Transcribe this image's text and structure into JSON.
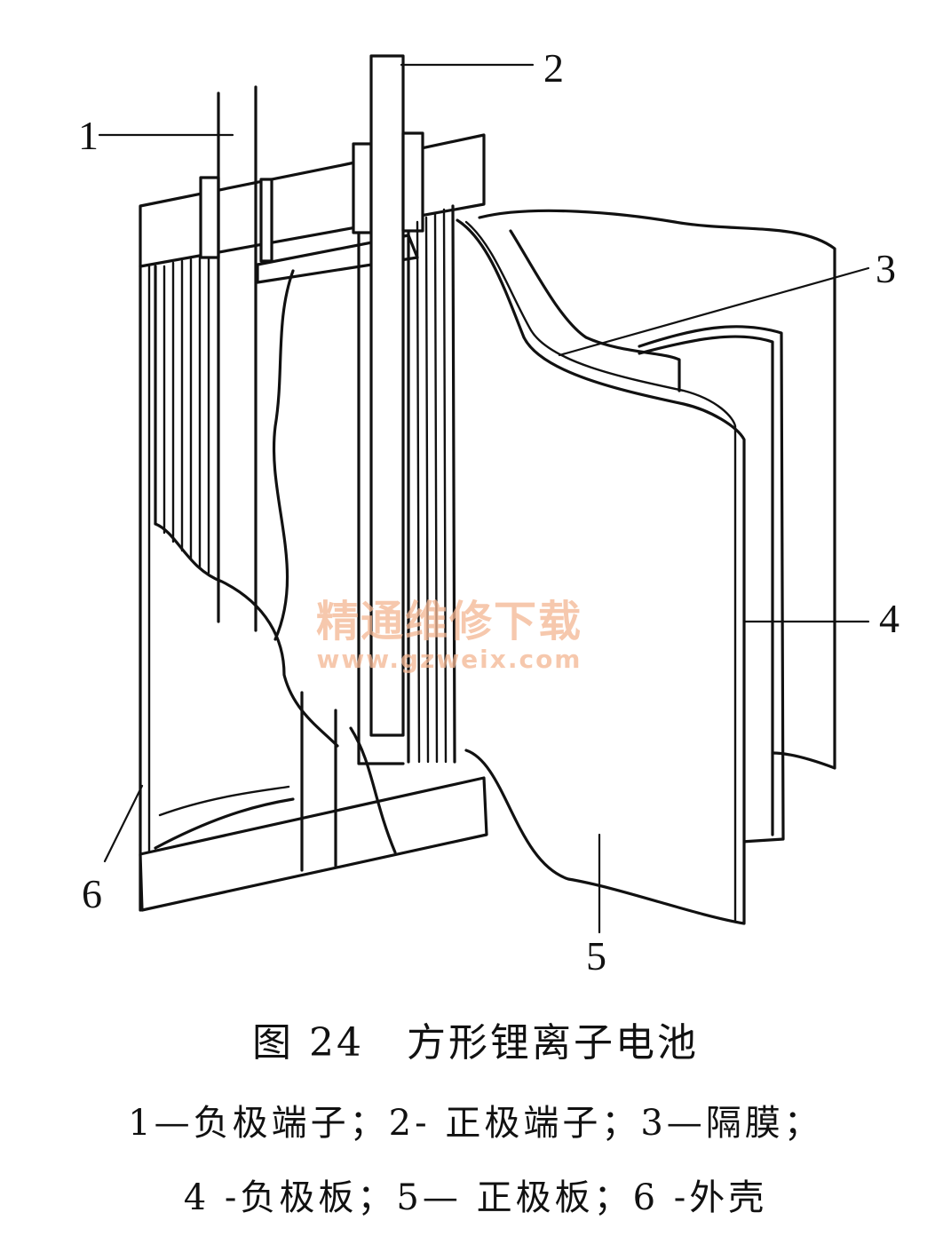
{
  "figure": {
    "title_number": "图 24",
    "title_text": "方形锂离子电池"
  },
  "labels": [
    "1",
    "2",
    "3",
    "4",
    "5",
    "6"
  ],
  "legend_lines": [
    "1—负极端子；2- 正极端子；3—隔膜；",
    "4 -负极板；5— 正极板；6 -外壳"
  ],
  "watermark": {
    "text": "精通维修下载",
    "url": "www.gzweix.com"
  }
}
